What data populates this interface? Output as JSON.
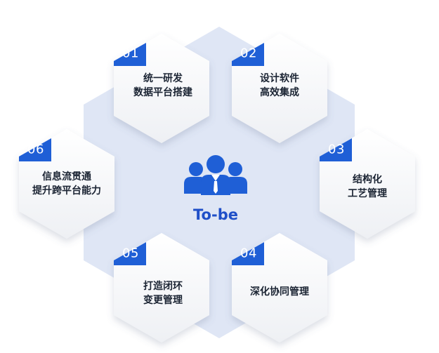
{
  "center": {
    "title": "To-be",
    "icon": "team-people-icon",
    "color": "#1f5fd6"
  },
  "colors": {
    "accent": "#1f5fd6",
    "background_hexagon": "#dfe6f5",
    "card": "#f7f8fa",
    "text": "#1b2433"
  },
  "items": [
    {
      "number": "01",
      "lines": [
        "统一研发",
        "数据平台搭建"
      ]
    },
    {
      "number": "02",
      "lines": [
        "设计软件",
        "高效集成"
      ]
    },
    {
      "number": "03",
      "lines": [
        "结构化",
        "工艺管理"
      ]
    },
    {
      "number": "04",
      "lines": [
        "深化协同管理"
      ]
    },
    {
      "number": "05",
      "lines": [
        "打造闭环",
        "变更管理"
      ]
    },
    {
      "number": "06",
      "lines": [
        "信息流贯通",
        "提升跨平台能力"
      ]
    }
  ]
}
